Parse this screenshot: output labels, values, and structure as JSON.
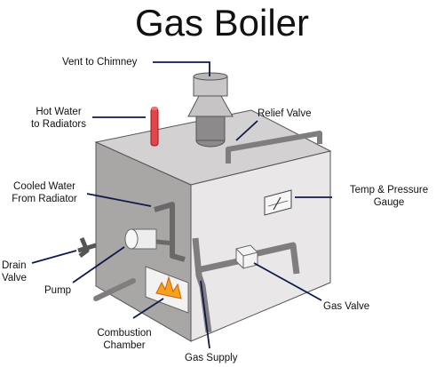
{
  "title": "Gas Boiler",
  "labels": {
    "vent": [
      "Vent to Chimney"
    ],
    "hot_water": [
      "Hot Water",
      "to Radiators"
    ],
    "relief_valve": [
      "Relief Valve"
    ],
    "cooled_water": [
      "Cooled Water",
      "From Radiator"
    ],
    "temp_gauge": [
      "Temp & Pressure",
      "Gauge"
    ],
    "drain_valve": [
      "Drain",
      "Valve"
    ],
    "pump": [
      "Pump"
    ],
    "gas_valve": [
      "Gas Valve"
    ],
    "combustion": [
      "Combustion",
      "Chamber"
    ],
    "gas_supply": [
      "Gas Supply"
    ]
  },
  "colors": {
    "front_face": "#a9a6a6",
    "side_face": "#e9e7e7",
    "top_face": "#d3d1d1",
    "pipe": "#7f7d7d",
    "hot_pipe": "#e0464a",
    "leader_line": "#0e1a4e",
    "flame": "#f4a21c"
  }
}
